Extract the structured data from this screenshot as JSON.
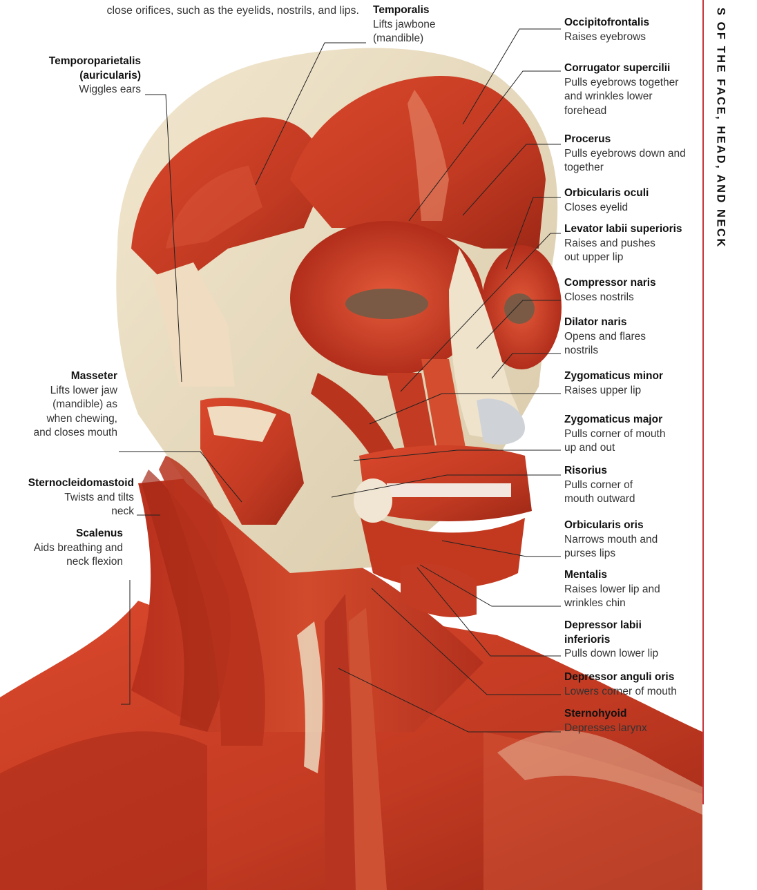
{
  "intro_text": "close orifices, such as the eyelids, nostrils, and lips.",
  "vertical_title": "S OF THE FACE, HEAD, AND NECK",
  "colors": {
    "muscle": "#c83a24",
    "muscle_dark": "#9b2416",
    "muscle_light": "#e0603f",
    "tendon": "#efe2c8",
    "accent_rule": "#c8353b",
    "background": "#ffffff"
  },
  "labels": {
    "temporalis": {
      "name": "Temporalis",
      "desc": "Lifts jawbone (mandible)"
    },
    "temporoparietalis": {
      "name": "Temporoparietalis (auricularis)",
      "desc": "Wiggles ears"
    },
    "masseter": {
      "name": "Masseter",
      "desc": "Lifts lower jaw (mandible) as when chewing, and closes mouth"
    },
    "sternocleidomastoid": {
      "name": "Sternocleidomastoid",
      "desc": "Twists and tilts neck"
    },
    "scalenus": {
      "name": "Scalenus",
      "desc": "Aids breathing and neck flexion"
    },
    "occipitofrontalis": {
      "name": "Occipitofrontalis",
      "desc": "Raises eyebrows"
    },
    "corrugator": {
      "name": "Corrugator supercilii",
      "desc": "Pulls eyebrows together and wrinkles lower forehead"
    },
    "procerus": {
      "name": "Procerus",
      "desc": "Pulls eyebrows down and together"
    },
    "orbicularis_oculi": {
      "name": "Orbicularis oculi",
      "desc": "Closes eyelid"
    },
    "levator": {
      "name": "Levator labii superioris",
      "desc": "Raises and pushes out upper lip"
    },
    "compressor": {
      "name": "Compressor naris",
      "desc": "Closes nostrils"
    },
    "dilator": {
      "name": "Dilator naris",
      "desc": "Opens and flares nostrils"
    },
    "zyg_minor": {
      "name": "Zygomaticus minor",
      "desc": "Raises upper lip"
    },
    "zyg_major": {
      "name": "Zygomaticus major",
      "desc": "Pulls corner of mouth up and out"
    },
    "risorius": {
      "name": "Risorius",
      "desc": "Pulls corner of mouth outward"
    },
    "orbicularis_oris": {
      "name": "Orbicularis oris",
      "desc": "Narrows mouth and purses lips"
    },
    "mentalis": {
      "name": "Mentalis",
      "desc": "Raises lower lip and wrinkles chin"
    },
    "depressor_labii": {
      "name": "Depressor labii inferioris",
      "desc": "Pulls down lower lip"
    },
    "depressor_anguli": {
      "name": "Depressor anguli oris",
      "desc": "Lowers corner of mouth"
    },
    "sternohyoid": {
      "name": "Sternohyoid",
      "desc": "Depresses larynx"
    }
  }
}
